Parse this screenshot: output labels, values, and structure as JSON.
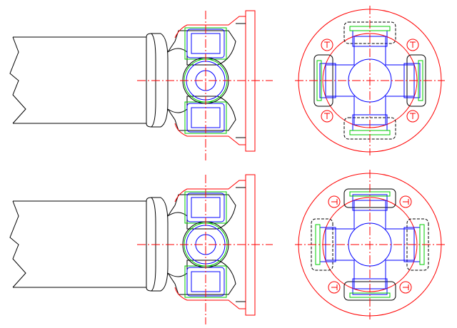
{
  "drawing": {
    "views": [
      "side-view-top",
      "end-view-top",
      "side-view-bottom",
      "end-view-bottom"
    ],
    "colors": {
      "outline": "#000000",
      "centerline": "#ff0000",
      "cross": "#0000ff",
      "bearing": "#00cc00"
    }
  }
}
